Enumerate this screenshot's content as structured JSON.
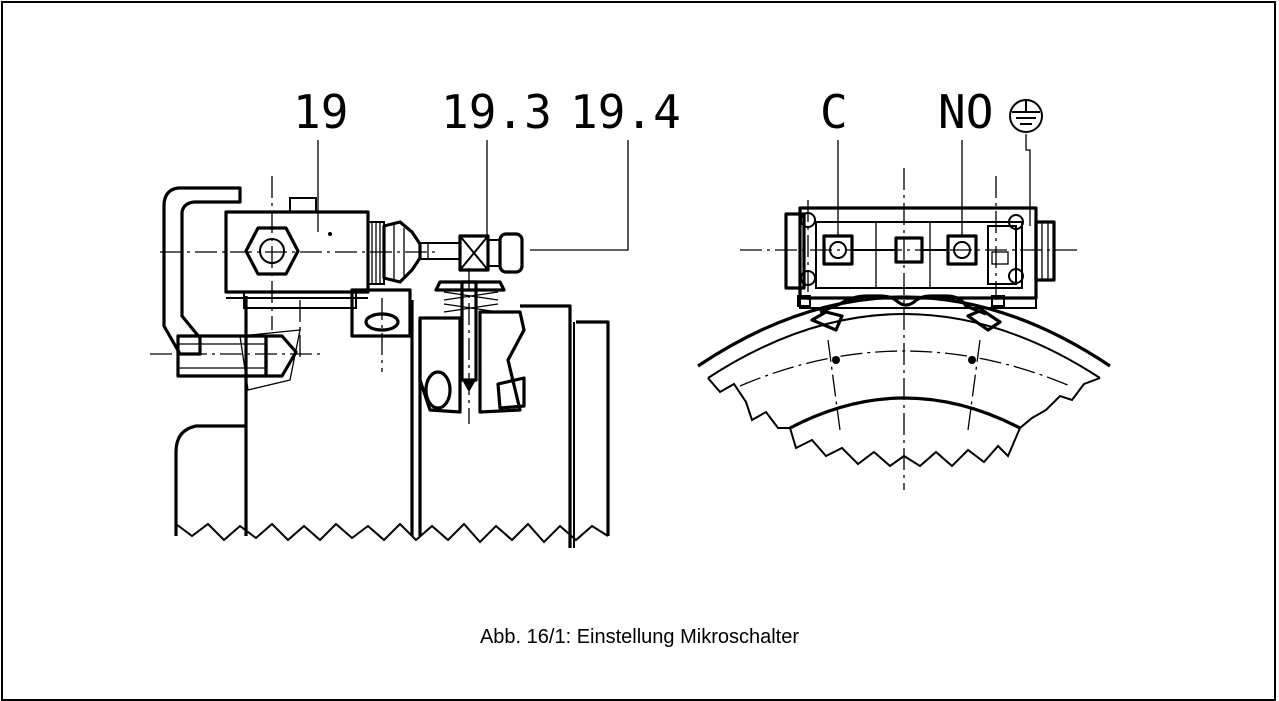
{
  "labels": {
    "part_19": "19",
    "part_19_3": "19.3",
    "part_19_4": "19.4",
    "terminal_c": "C",
    "terminal_no": "NO"
  },
  "icons": {
    "ground": "protective-earth-symbol"
  },
  "caption": "Abb. 16/1: Einstellung Mikroschalter"
}
